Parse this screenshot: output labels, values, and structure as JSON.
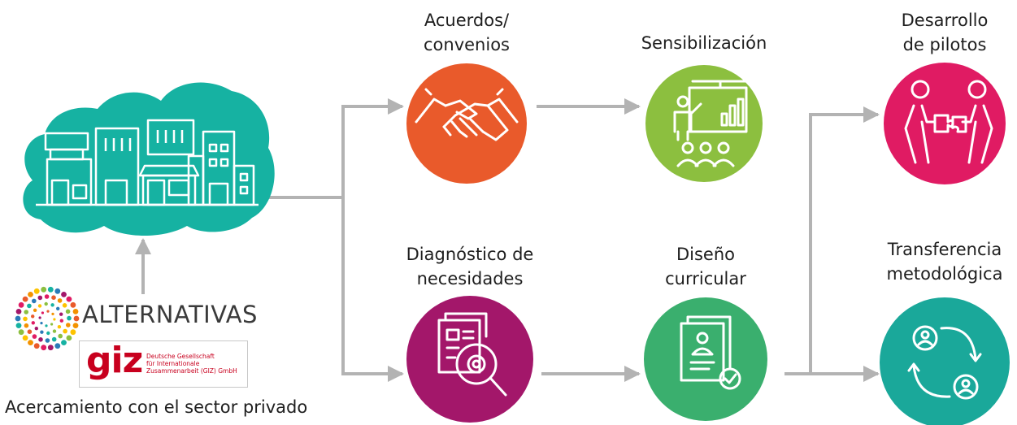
{
  "nodes": {
    "acuerdos": {
      "line1": "Acuerdos/",
      "line2": "convenios",
      "color": "#e95a2b"
    },
    "sensibilizacion": {
      "line1": "Sensibilización",
      "color": "#8cbf3f"
    },
    "desarrollo": {
      "line1": "Desarrollo",
      "line2": "de pilotos",
      "color": "#e01b63"
    },
    "diagnostico": {
      "line1": "Diagnóstico de",
      "line2": "necesidades",
      "color": "#a3176a"
    },
    "diseno": {
      "line1": "Diseño",
      "line2": "curricular",
      "color": "#3aaf6e"
    },
    "transferencia": {
      "line1": "Transferencia",
      "line2": "metodológica",
      "color": "#1aa89a"
    }
  },
  "start": {
    "cloud_color": "#16b2a2",
    "caption": "Acercamiento con el sector privado"
  },
  "logos": {
    "alternativas": "ALTERNATIVAS",
    "giz": "giz",
    "giz_line1": "Deutsche Gesellschaft",
    "giz_line2": "für Internationale",
    "giz_line3": "Zusammenarbeit (GIZ) GmbH"
  },
  "arrow_color": "#b3b3b3"
}
